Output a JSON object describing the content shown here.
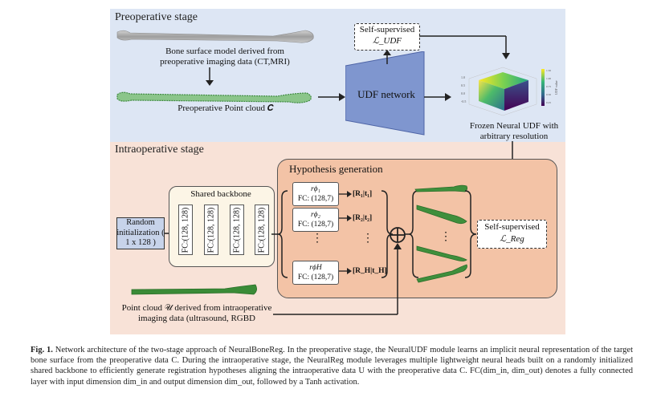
{
  "preoperative": {
    "title": "Preoperative stage",
    "bone_model_label": "Bone surface model derived from preoperative imaging data (CT,MRI)",
    "point_cloud_label": "Preoperative Point cloud 𝑪",
    "udf_network_label": "UDF network",
    "self_supervised_label": "Self-supervised",
    "udf_loss_label": "ℒ_UDF",
    "frozen_udf_label": "Frozen Neural UDF with arbitrary resolution",
    "plot_colorbar_label": "UDF value"
  },
  "intraoperative": {
    "title": "Intraoperative stage",
    "random_init_label": "Random initialization ( 1 x 128 )",
    "shared_backbone_label": "Shared backbone",
    "fc_layers": [
      "FC:(128, 128)",
      "FC:(128, 128)",
      "FC:(128, 128)",
      "FC:(128, 128)"
    ],
    "hypothesis_title": "Hypothesis generation",
    "heads": [
      {
        "name": "rϕ₁",
        "fc": "FC: (128,7)",
        "output": "[R₁|t₁]"
      },
      {
        "name": "rϕ₂",
        "fc": "FC: (128,7)",
        "output": "[R₂|t₂]"
      },
      {
        "name": "rϕH",
        "fc": "FC: (128,7)",
        "output": "[R_H|t_H]"
      }
    ],
    "ellipsis": "⋮",
    "self_supervised_label": "Self-supervised",
    "reg_loss_label": "ℒ_Reg",
    "point_cloud_label": "Point cloud 𝒰 derived from intraoperative imaging data (ultrasound, RGBD"
  },
  "caption": {
    "fig": "Fig. 1.",
    "text": "Network architecture of the two-stage approach of NeuralBoneReg. In the preoperative stage, the NeuralUDF module learns an implicit neural representation of the target bone surface from the preoperative data C. During the intraoperative stage, the NeuralReg module leverages multiple lightweight neural heads built on a randomly initialized shared backbone to efficiently generate registration hypotheses aligning the intraoperative data U with the preoperative data C. FC(dim_in, dim_out) denotes a fully connected layer with input dimension dim_in and output dimension dim_out, followed by a Tanh activation."
  },
  "colors": {
    "pre_panel": "#dde6f4",
    "intra_panel": "#f8e2d7",
    "hypothesis_panel": "#f3c3a6",
    "backbone_panel": "#fcf5e6",
    "udf_network": "#7f96cf",
    "bone_green": "#2f8a3a"
  }
}
